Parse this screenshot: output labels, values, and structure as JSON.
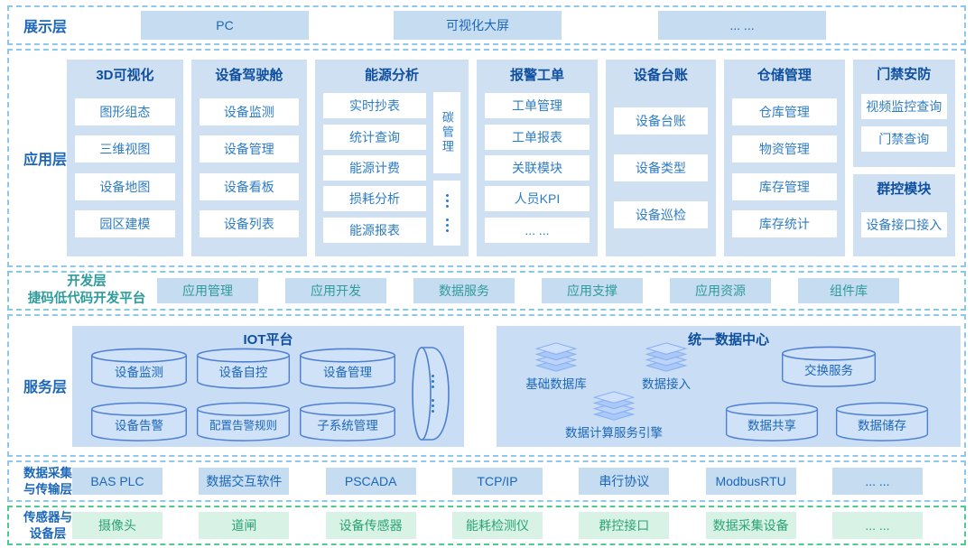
{
  "display_layer": {
    "label": "展示层",
    "items": [
      "PC",
      "可视化大屏",
      "... ..."
    ]
  },
  "application_layer": {
    "label": "应用层",
    "columns": [
      {
        "title": "3D可视化",
        "items": [
          "图形组态",
          "三维视图",
          "设备地图",
          "园区建模"
        ]
      },
      {
        "title": "设备驾驶舱",
        "items": [
          "设备监测",
          "设备管理",
          "设备看板",
          "设备列表"
        ]
      },
      {
        "title": "能源分析",
        "items": [
          "实时抄表",
          "统计查询",
          "能源计费",
          "损耗分析",
          "能源报表"
        ],
        "side_label": "碳管理"
      },
      {
        "title": "报警工单",
        "items": [
          "工单管理",
          "工单报表",
          "关联模块",
          "人员KPI",
          "... ..."
        ]
      },
      {
        "title": "设备台账",
        "items": [
          "设备台账",
          "设备类型",
          "设备巡检"
        ]
      },
      {
        "title": "仓储管理",
        "items": [
          "仓库管理",
          "物资管理",
          "库存管理",
          "库存统计"
        ]
      }
    ],
    "right_panels": [
      {
        "title": "门禁安防",
        "items": [
          "视频监控查询",
          "门禁查询"
        ]
      },
      {
        "title": "群控模块",
        "items": [
          "设备接口接入"
        ]
      }
    ]
  },
  "development_layer": {
    "label_line1": "开发层",
    "label_line2": "捷码低代码开发平台",
    "items": [
      "应用管理",
      "应用开发",
      "数据服务",
      "应用支撑",
      "应用资源",
      "组件库"
    ]
  },
  "service_layer": {
    "label": "服务层",
    "iot_platform": {
      "title": "IOT平台",
      "row1": [
        "设备监测",
        "设备自控",
        "设备管理"
      ],
      "row2": [
        "设备告警",
        "配置告警规则",
        "子系统管理"
      ]
    },
    "data_center": {
      "title": "统一数据中心",
      "stacks": [
        "基础数据库",
        "数据接入",
        "数据计算服务引擎"
      ],
      "cylinders": [
        "交换服务",
        "数据共享",
        "数据储存"
      ]
    }
  },
  "transport_layer": {
    "label_line1": "数据采集",
    "label_line2": "与传输层",
    "items": [
      "BAS PLC",
      "数据交互软件",
      "PSCADA",
      "TCP/IP",
      "串行协议",
      "ModbusRTU",
      "... ..."
    ]
  },
  "sensor_layer": {
    "label_line1": "传感器与",
    "label_line2": "设备层",
    "items": [
      "摄像头",
      "道闸",
      "设备传感器",
      "能耗检测仪",
      "群控接口",
      "数据采集设备",
      "... ..."
    ]
  },
  "colors": {
    "label_blue": "#1c67ba",
    "header_blue": "#0e4f9f",
    "chip_text_blue": "#2e7cc6",
    "chip_bg_blue": "#c6dcf0",
    "panel_bg_blue": "#cfe0f2",
    "service_panel_bg": "#c9def5",
    "cylinder_stroke": "#4f7fd2",
    "teal_text": "#2f9b9b",
    "green_text": "#2aa572",
    "chip_bg_green": "#d9f2e6",
    "dash_blue": "#8fc8ec",
    "dash_green": "#4fcb92"
  }
}
